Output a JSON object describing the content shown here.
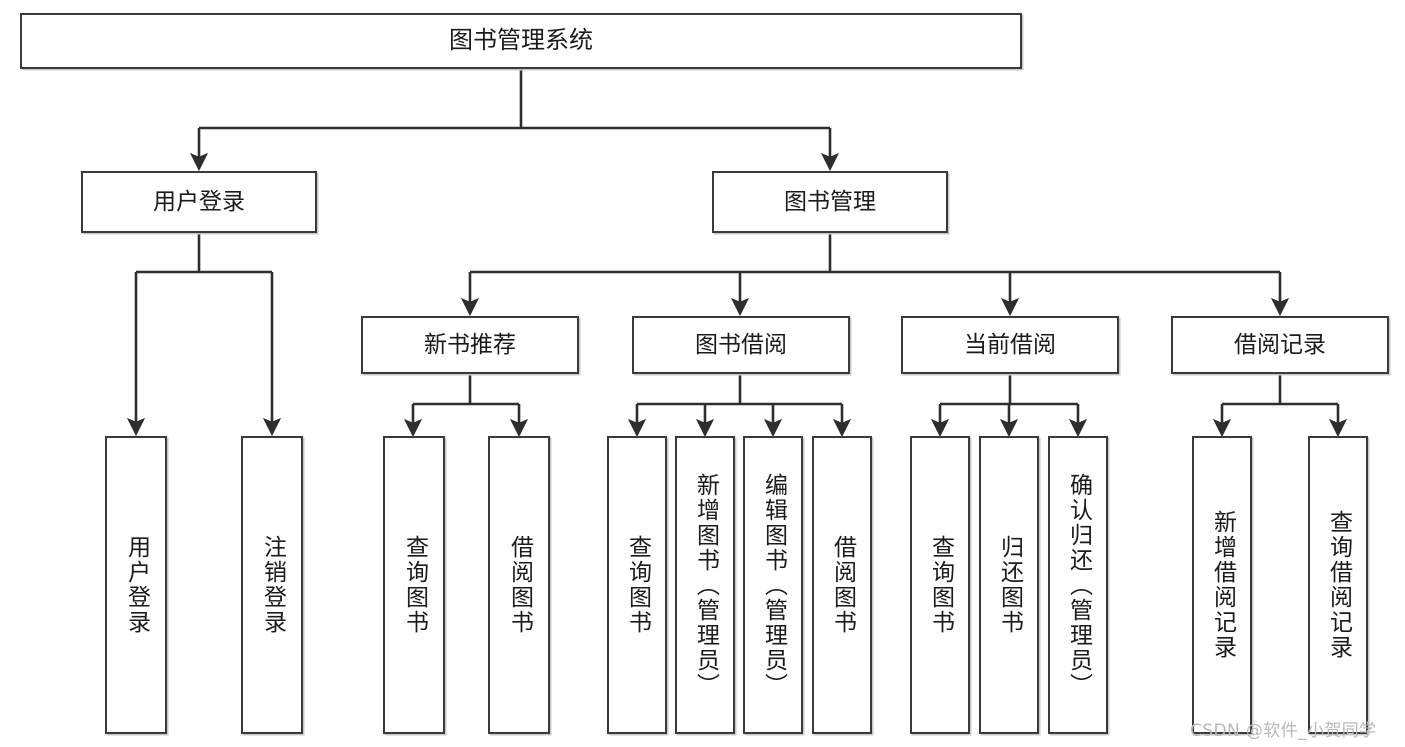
{
  "diagram": {
    "title": "图书管理系统",
    "type": "tree",
    "watermark": "CSDN @软件_小贺同学",
    "colors": {
      "box_stroke": "#3a3a3a",
      "box_fill": "#ffffff",
      "connector": "#2e2e2e",
      "text": "#1b1b1b",
      "watermark": "#b9b9b9",
      "background": "#ffffff"
    },
    "levels": {
      "root": "图书管理系统",
      "level1": [
        "用户登录",
        "图书管理"
      ],
      "level2": [
        "新书推荐",
        "图书借阅",
        "当前借阅",
        "借阅记录"
      ],
      "level3_groups": [
        {
          "parent": "用户登录",
          "leaves": [
            "用户登录",
            "注销登录"
          ]
        },
        {
          "parent": "新书推荐",
          "leaves": [
            "查询图书",
            "借阅图书"
          ]
        },
        {
          "parent": "图书借阅",
          "leaves": [
            "查询图书",
            "新增图书（管理员）",
            "编辑图书（管理员）",
            "借阅图书"
          ]
        },
        {
          "parent": "当前借阅",
          "leaves": [
            "查询图书",
            "归还图书",
            "确认归还（管理员）"
          ]
        },
        {
          "parent": "借阅记录",
          "leaves": [
            "新增借阅记录",
            "查询借阅记录"
          ]
        }
      ]
    },
    "nodes": {
      "root": {
        "label": "图书管理系统"
      },
      "user_login": {
        "label": "用户登录"
      },
      "book_manage": {
        "label": "图书管理"
      },
      "new_book_rec": {
        "label": "新书推荐"
      },
      "book_borrow": {
        "label": "图书借阅"
      },
      "current_borrow": {
        "label": "当前借阅"
      },
      "borrow_record": {
        "label": "借阅记录"
      },
      "leaf_user_login": {
        "label": "用户登录"
      },
      "leaf_logout": {
        "label": "注销登录"
      },
      "leaf_query_book_a": {
        "label": "查询图书"
      },
      "leaf_borrow_book_a": {
        "label": "借阅图书"
      },
      "leaf_query_book_b": {
        "label": "查询图书"
      },
      "leaf_add_book": {
        "label": "新增图书（管理员）"
      },
      "leaf_edit_book": {
        "label": "编辑图书（管理员）"
      },
      "leaf_borrow_book_b": {
        "label": "借阅图书"
      },
      "leaf_query_book_c": {
        "label": "查询图书"
      },
      "leaf_return_book": {
        "label": "归还图书"
      },
      "leaf_confirm_return": {
        "label": "确认归还（管理员）"
      },
      "leaf_add_record": {
        "label": "新增借阅记录"
      },
      "leaf_query_record": {
        "label": "查询借阅记录"
      }
    }
  }
}
